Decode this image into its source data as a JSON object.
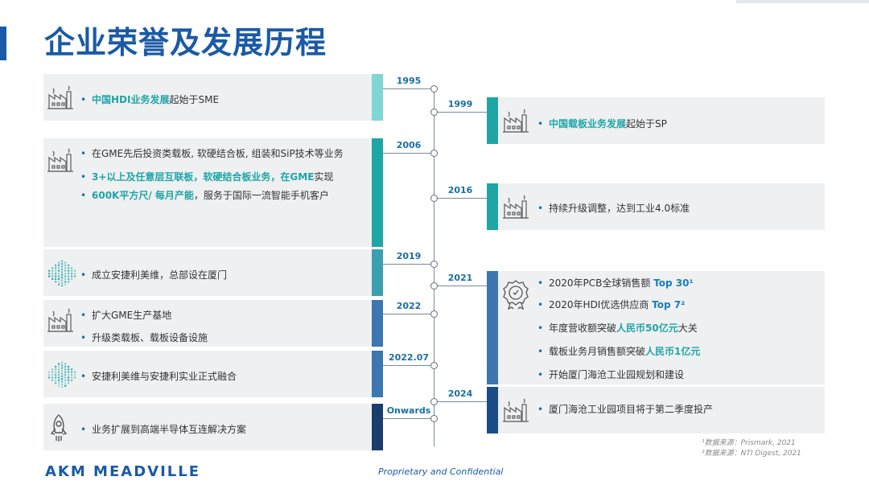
{
  "page": {
    "title": "企业荣誉及发展历程"
  },
  "left_items": [
    {
      "year": "1995",
      "lines": [
        {
          "parts": [
            {
              "t": "中国HDI业务发展",
              "s": "hl"
            },
            {
              "t": "起始于SME",
              "s": ""
            }
          ]
        }
      ]
    },
    {
      "year": "2006",
      "lines": [
        {
          "parts": [
            {
              "t": "在GME先后投资类载板, 软硬结合板, 组装和SiP技术等业务",
              "s": ""
            }
          ]
        },
        {
          "parts": [
            {
              "t": "3+以上及任意层互联板，软硬结合板业务，在GME",
              "s": "hl"
            },
            {
              "t": "实现",
              "s": ""
            }
          ]
        },
        {
          "parts": [
            {
              "t": "600K平方尺/ 每月产能",
              "s": "hl"
            },
            {
              "t": "，服务于国际一流智能手机客户",
              "s": ""
            }
          ]
        }
      ]
    },
    {
      "year": "2019",
      "lines": [
        {
          "parts": [
            {
              "t": "成立安捷利美维，总部设在厦门",
              "s": ""
            }
          ]
        }
      ]
    },
    {
      "year": "2022",
      "lines": [
        {
          "parts": [
            {
              "t": "扩大GME生产基地",
              "s": ""
            }
          ]
        },
        {
          "parts": [
            {
              "t": "升级类载板、载板设备设施",
              "s": ""
            }
          ]
        }
      ]
    },
    {
      "year": "2022.07",
      "lines": [
        {
          "parts": [
            {
              "t": "安捷利美维与安捷利实业正式融合",
              "s": ""
            }
          ]
        }
      ]
    },
    {
      "year": "Onwards",
      "lines": [
        {
          "parts": [
            {
              "t": "业务扩展到高端半导体互连解决方案",
              "s": ""
            }
          ]
        }
      ]
    }
  ],
  "right_items": [
    {
      "year": "1999",
      "lines": [
        {
          "parts": [
            {
              "t": "中国载板业务发展",
              "s": "hl"
            },
            {
              "t": "起始于SP",
              "s": ""
            }
          ]
        }
      ]
    },
    {
      "year": "2016",
      "lines": [
        {
          "parts": [
            {
              "t": "持续升级调整，达到工业4.0标准",
              "s": ""
            }
          ]
        }
      ]
    },
    {
      "year": "2021",
      "lines": [
        {
          "parts": [
            {
              "t": "2020年PCB全球销售额 ",
              "s": ""
            },
            {
              "t": "Top 30¹",
              "s": "hl2"
            }
          ]
        },
        {
          "parts": [
            {
              "t": "2020年HDI优选供应商 ",
              "s": ""
            },
            {
              "t": "Top 7²",
              "s": "hl2"
            }
          ]
        },
        {
          "parts": [
            {
              "t": "年度营收额突破",
              "s": ""
            },
            {
              "t": "人民币50亿元",
              "s": "hl"
            },
            {
              "t": "大关",
              "s": ""
            }
          ]
        },
        {
          "parts": [
            {
              "t": "载板业务月销售额突破",
              "s": ""
            },
            {
              "t": "人民币1亿元",
              "s": "hl"
            }
          ]
        },
        {
          "parts": [
            {
              "t": "开始厦门海沧工业园规划和建设",
              "s": ""
            }
          ]
        }
      ]
    },
    {
      "year": "2024",
      "lines": [
        {
          "parts": [
            {
              "t": "厦门海沧工业园项目将于第二季度投产",
              "s": ""
            }
          ]
        }
      ]
    }
  ],
  "footer": {
    "logo": "AKM MEADVILLE",
    "confidential": "Proprietary and Confidential",
    "source1": "¹数据来源：Prismark, 2021",
    "source2": "²数据来源：NTI Digest, 2021"
  },
  "colors": {
    "brand": "#1a5aa6",
    "teal": "#20a5a5",
    "strip_light": "#7fd6d2",
    "strip_teal": "#20a5a5",
    "strip_blue": "#3d76b0",
    "strip_navy": "#1a3d6e"
  }
}
